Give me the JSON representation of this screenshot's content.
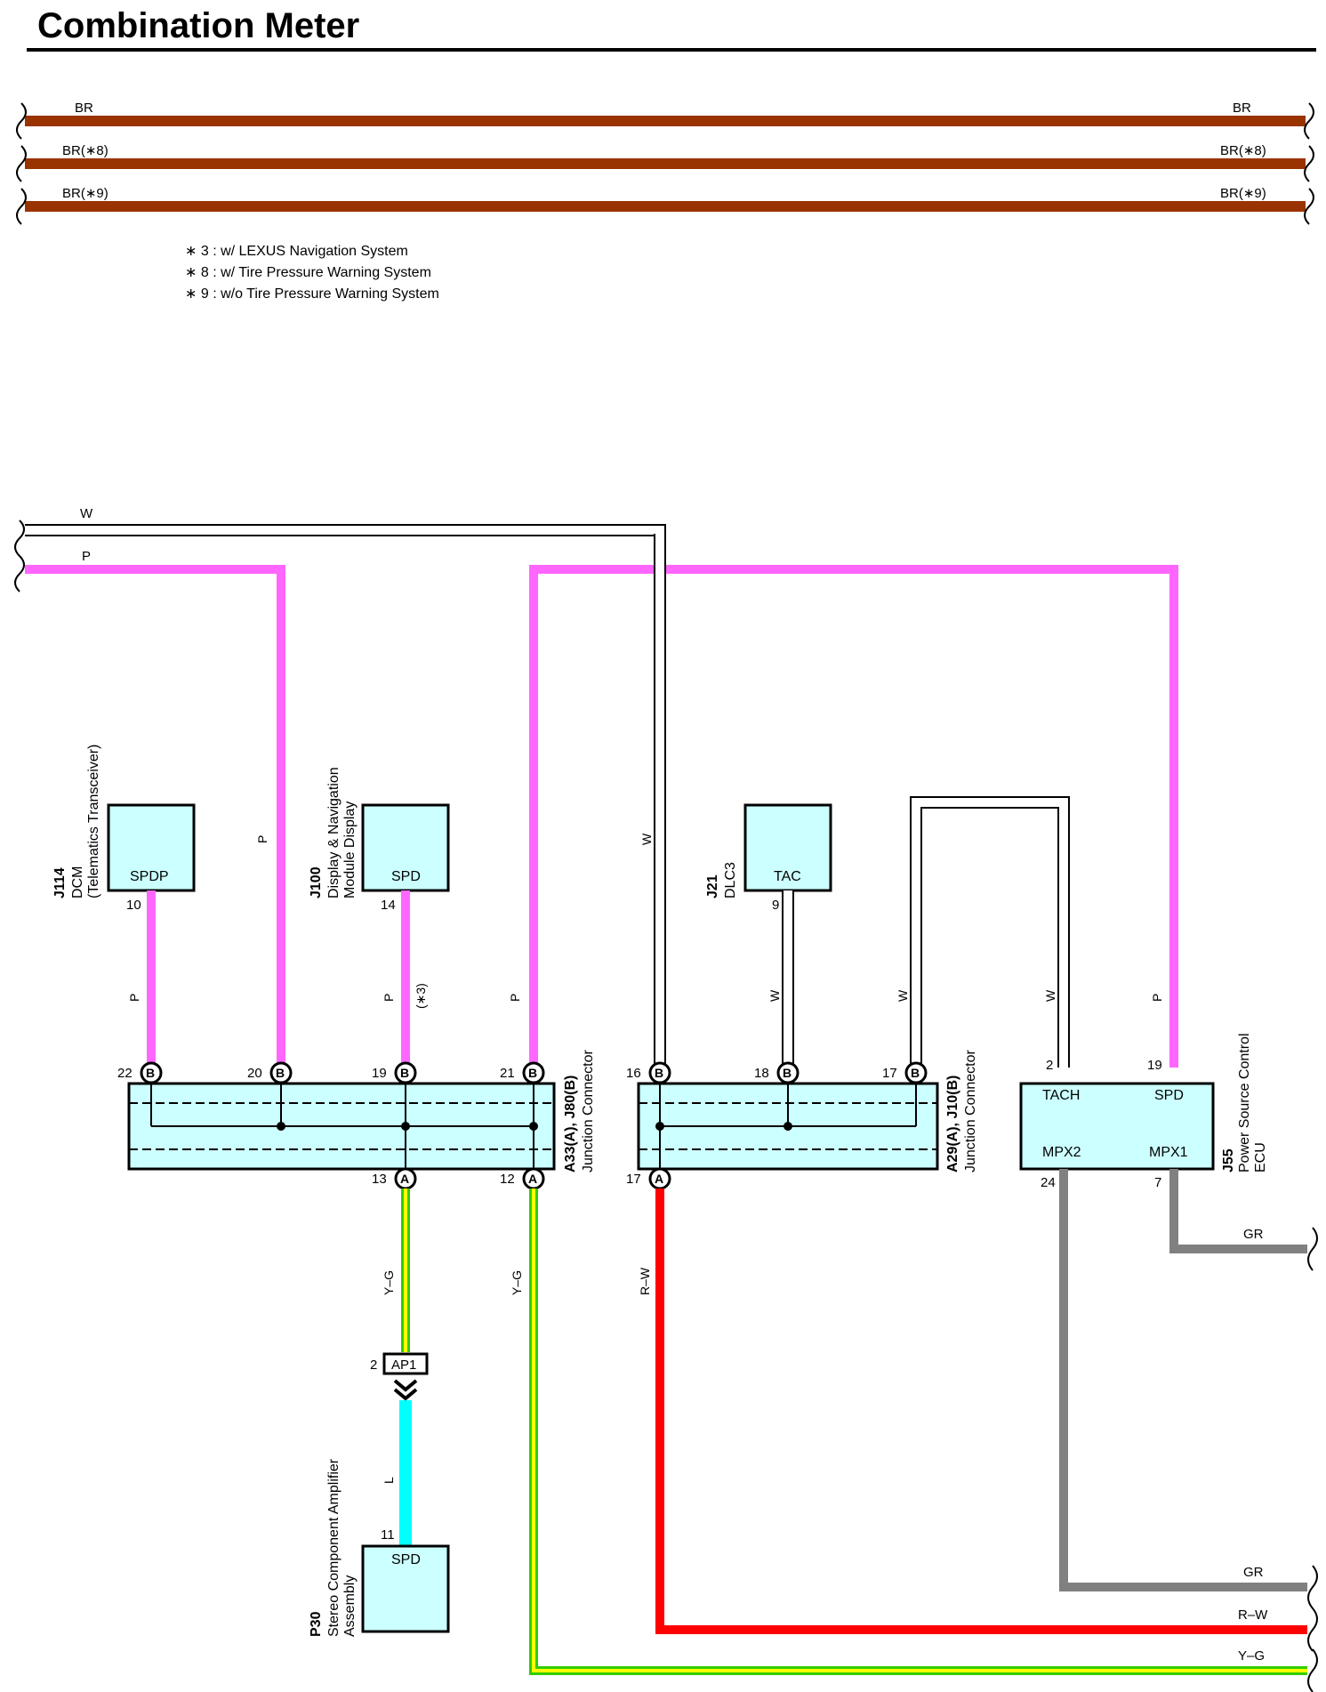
{
  "title": "Combination Meter",
  "ground_wires": {
    "left": [
      "BR",
      "BR(∗8)",
      "BR(∗9)"
    ],
    "right": [
      "BR",
      "BR(∗8)",
      "BR(∗9)"
    ]
  },
  "notes": [
    "∗ 3 : w/ LEXUS Navigation System",
    "∗ 8 : w/ Tire Pressure Warning System",
    "∗ 9 : w/o Tire Pressure Warning System"
  ],
  "top_wires": {
    "white": "W",
    "pink": "P"
  },
  "components": {
    "j114": {
      "code": "J114",
      "name": "DCM",
      "sub": "(Telematics Transceiver)",
      "terminal": "SPDP",
      "pin": "10",
      "wire": "P"
    },
    "j100": {
      "code": "J100",
      "name": "Display & Navigation",
      "sub": "Module Display",
      "terminal": "SPD",
      "pin": "14",
      "wire": "P",
      "note": "(∗3)"
    },
    "j21": {
      "code": "J21",
      "name": "DLC3",
      "terminal": "TAC",
      "pin": "9",
      "wire": "W"
    },
    "j55": {
      "code": "J55",
      "name": "Power Source Control",
      "sub": "ECU",
      "tach": "TACH",
      "spd": "SPD",
      "mpx2": "MPX2",
      "mpx1": "MPX1",
      "pin_tach": "2",
      "pin_spd": "19",
      "pin_mpx2": "24",
      "pin_mpx1": "7"
    },
    "p30": {
      "code": "P30",
      "name": "Stereo Component Amplifier",
      "sub": "Assembly",
      "terminal": "SPD",
      "pin": "11",
      "wire": "L"
    },
    "ap1": {
      "label": "AP1",
      "pin": "2"
    }
  },
  "junction1": {
    "code": "A33(A), J80(B)",
    "name": "Junction Connector",
    "top_pins": [
      {
        "num": "22",
        "letter": "B"
      },
      {
        "num": "20",
        "letter": "B"
      },
      {
        "num": "19",
        "letter": "B"
      },
      {
        "num": "21",
        "letter": "B"
      }
    ],
    "bottom_pins": [
      {
        "num": "13",
        "letter": "A"
      },
      {
        "num": "12",
        "letter": "A"
      }
    ]
  },
  "junction2": {
    "code": "A29(A), J10(B)",
    "name": "Junction Connector",
    "top_pins": [
      {
        "num": "16",
        "letter": "B"
      },
      {
        "num": "18",
        "letter": "B"
      },
      {
        "num": "17",
        "letter": "B"
      }
    ],
    "bottom_pins": [
      {
        "num": "17",
        "letter": "A"
      }
    ]
  },
  "wire_labels": {
    "p20": "P",
    "p21": "P",
    "w16": "W",
    "w17": "W",
    "w2": "W",
    "p19": "P",
    "yg13": "Y–G",
    "yg12": "Y–G",
    "rw17": "R–W"
  },
  "right_outputs": {
    "gr_top": "GR",
    "gr_bottom": "GR",
    "rw": "R–W",
    "yg": "Y–G"
  },
  "colors": {
    "brown": "#993300",
    "pink": "#ff66ff",
    "white_wire": "#ffffff",
    "yellow": "#ffff00",
    "green": "#33cc00",
    "red": "#ff0000",
    "gray": "#808080",
    "cyan": "#00ffff",
    "box_fill": "#ccffff"
  }
}
